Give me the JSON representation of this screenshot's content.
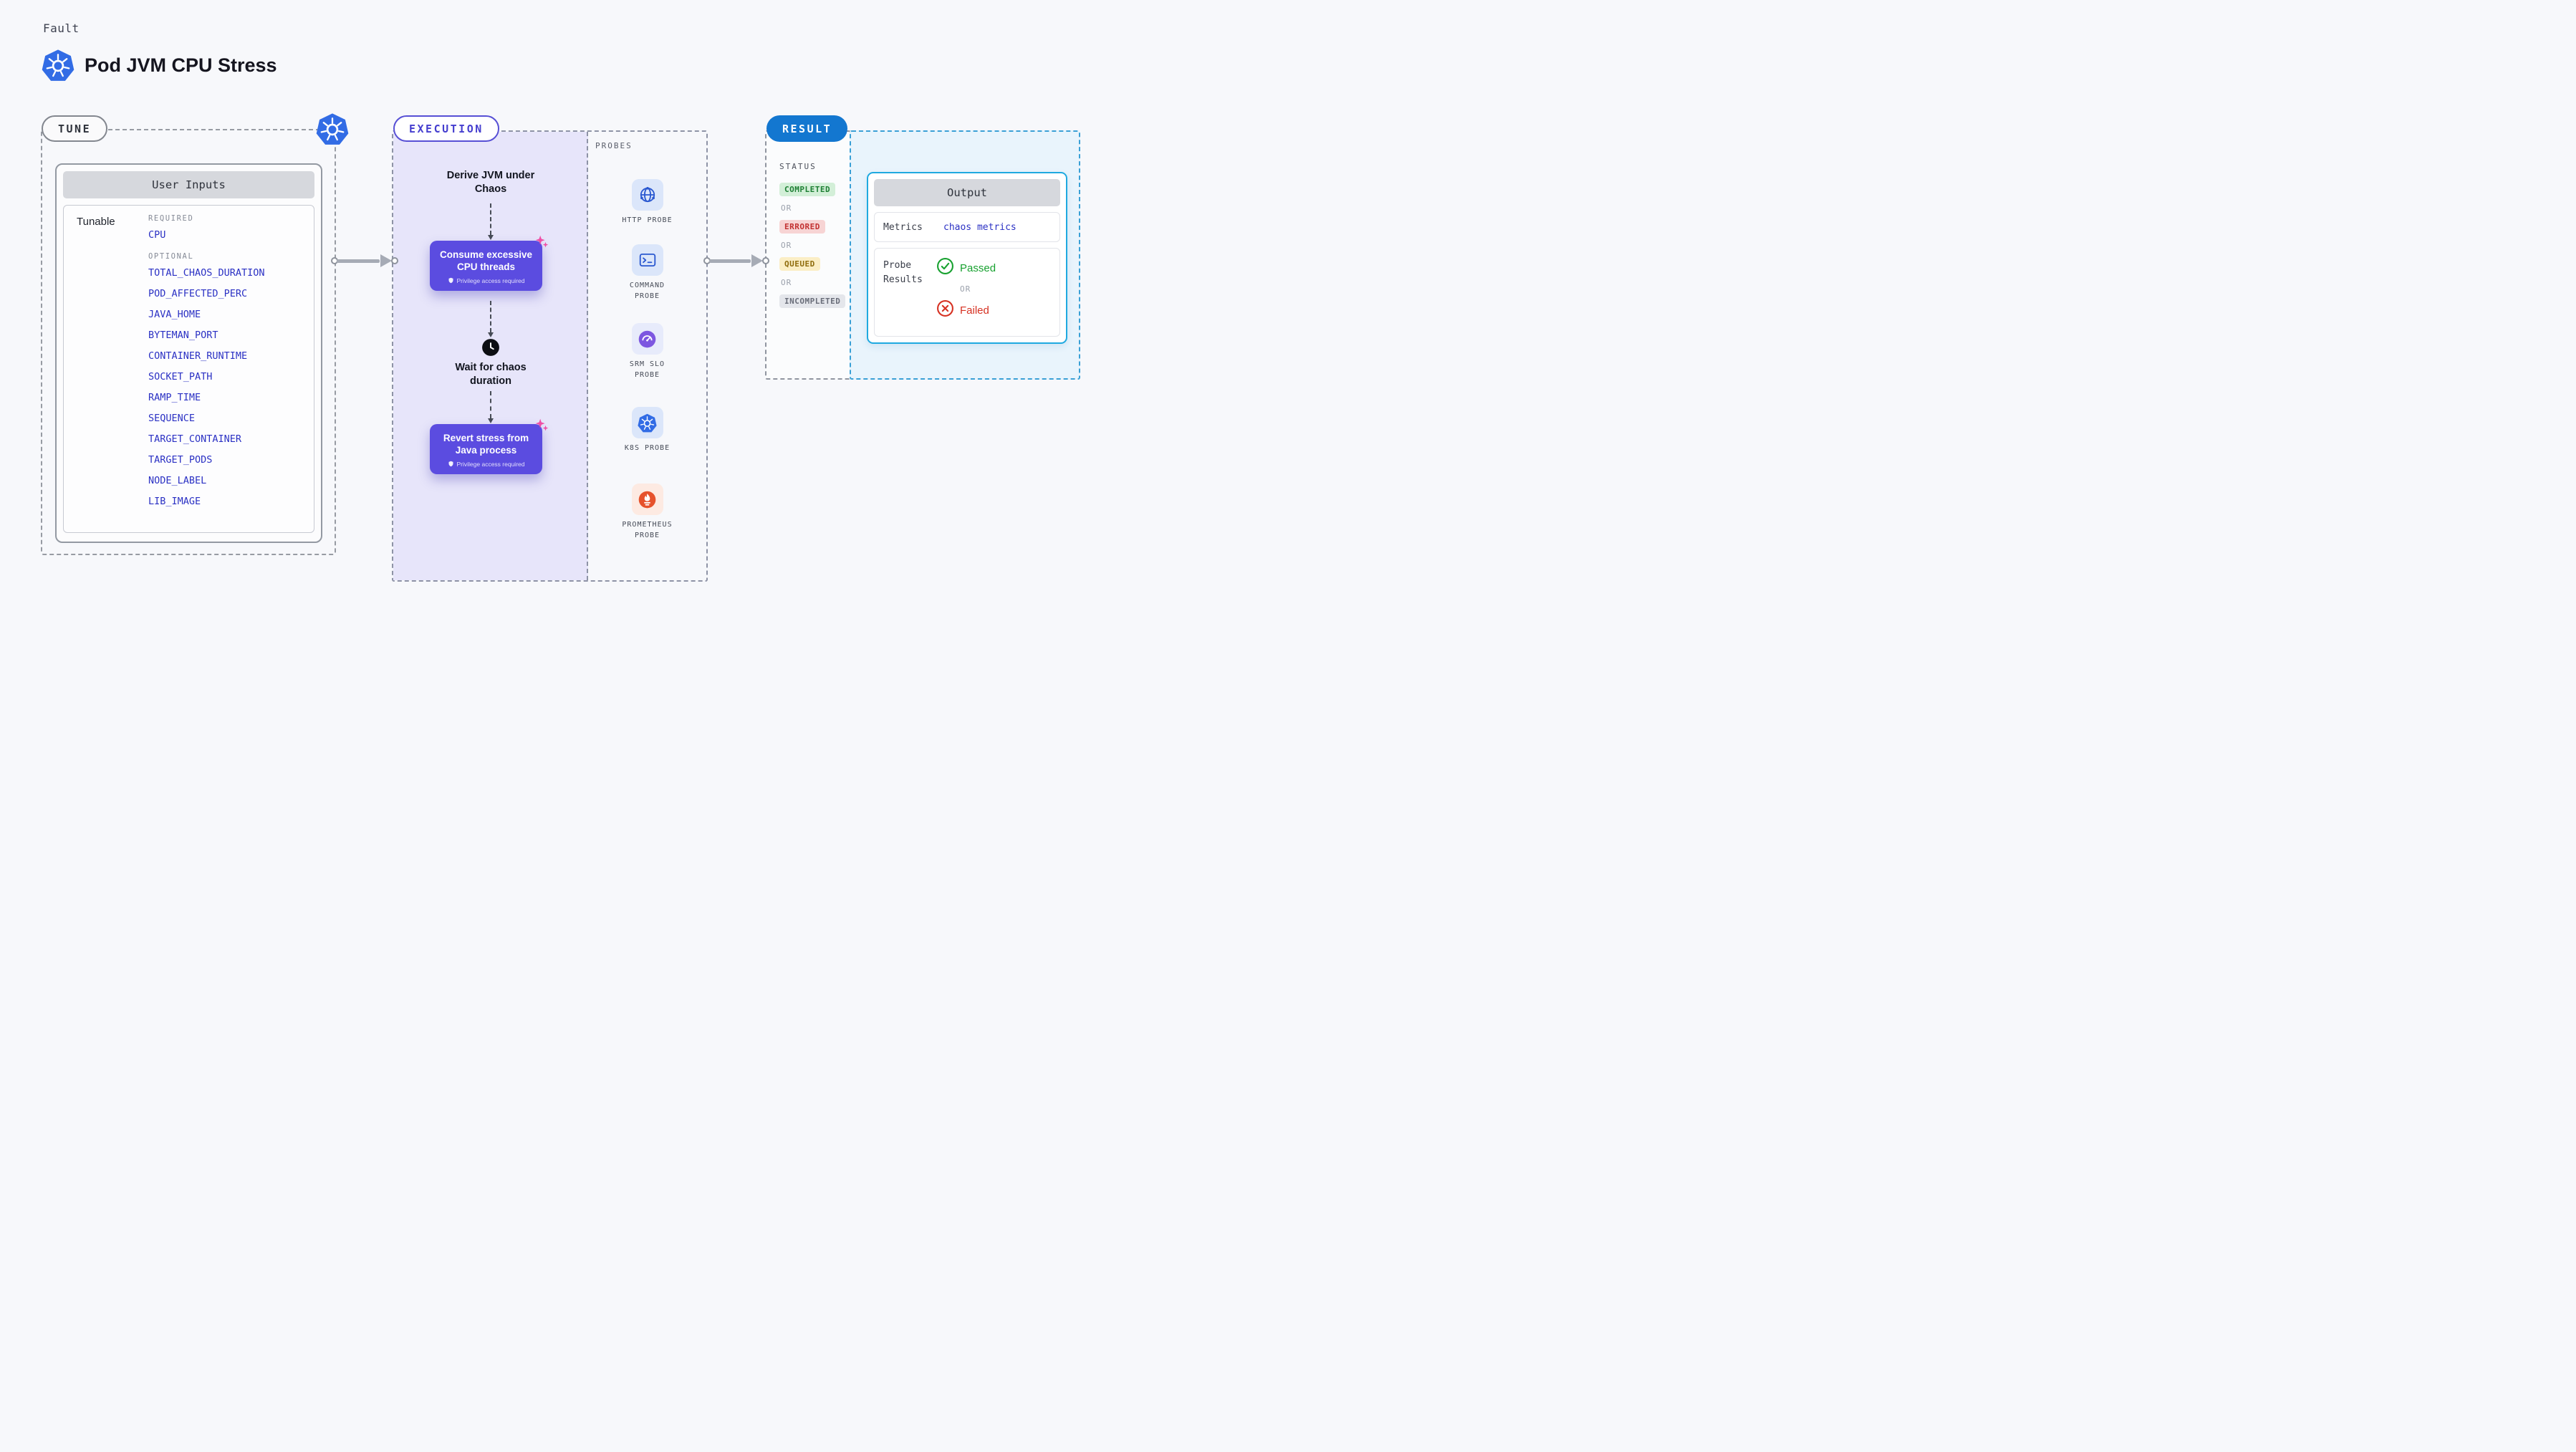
{
  "header": {
    "kicker": "Fault",
    "title": "Pod JVM CPU Stress"
  },
  "tune": {
    "pill_label": "TUNE",
    "card_title": "User Inputs",
    "group_label": "Tunable",
    "required_heading": "REQUIRED",
    "required_items": [
      "CPU"
    ],
    "optional_heading": "OPTIONAL",
    "optional_items": [
      "TOTAL_CHAOS_DURATION",
      "POD_AFFECTED_PERC",
      "JAVA_HOME",
      "BYTEMAN_PORT",
      "CONTAINER_RUNTIME",
      "SOCKET_PATH",
      "RAMP_TIME",
      "SEQUENCE",
      "TARGET_CONTAINER",
      "TARGET_PODS",
      "NODE_LABEL",
      "LIB_IMAGE"
    ]
  },
  "execution": {
    "pill_label": "EXECUTION",
    "step_derive": "Derive JVM under Chaos",
    "action_consume": "Consume excessive CPU threads",
    "privilege_note": "Privilege access required",
    "step_wait": "Wait for chaos duration",
    "action_revert": "Revert stress from Java process"
  },
  "probes": {
    "heading": "PROBES",
    "items": [
      {
        "name": "HTTP PROBE",
        "icon": "globe-network-icon"
      },
      {
        "name": "COMMAND PROBE",
        "icon": "terminal-icon"
      },
      {
        "name": "SRM SLO PROBE",
        "icon": "gauge-icon"
      },
      {
        "name": "K8S PROBE",
        "icon": "kubernetes-icon"
      },
      {
        "name": "PROMETHEUS PROBE",
        "icon": "prometheus-flame-icon"
      }
    ]
  },
  "result": {
    "pill_label": "RESULT",
    "status_heading": "STATUS",
    "or_label": "OR",
    "statuses": [
      {
        "label": "COMPLETED",
        "type": "success"
      },
      {
        "label": "ERRORED",
        "type": "error"
      },
      {
        "label": "QUEUED",
        "type": "warning"
      },
      {
        "label": "INCOMPLETED",
        "type": "neutral"
      }
    ],
    "output": {
      "title": "Output",
      "metrics_label": "Metrics",
      "metrics_value": "chaos metrics",
      "probe_results_label": "Probe Results",
      "passed_label": "Passed",
      "or_label": "OR",
      "failed_label": "Failed"
    }
  },
  "icons": {
    "kubernetes": "hexagon-helm-wheel",
    "http_probe": "globe-network",
    "command_probe": "terminal-window",
    "srm_slo_probe": "purple-gauge",
    "prometheus_probe": "orange-flame",
    "clock": "black-clock",
    "sparkle": "pink-sparkle",
    "privilege": "white-shield",
    "passed": "green-check-circle",
    "failed": "red-x-circle"
  },
  "colors": {
    "background": "#f7f8fb",
    "accent_purple": "#5b4ce0",
    "accent_blue": "#1377d0",
    "link_blue": "#2b31c4",
    "success": "#1d7f33",
    "error": "#c23030",
    "warning": "#8f6c0c",
    "neutral": "#696d79",
    "kubernetes_blue": "#326ce5",
    "prometheus_orange": "#e6522c",
    "sparkle_pink": "#ef4fa6"
  }
}
